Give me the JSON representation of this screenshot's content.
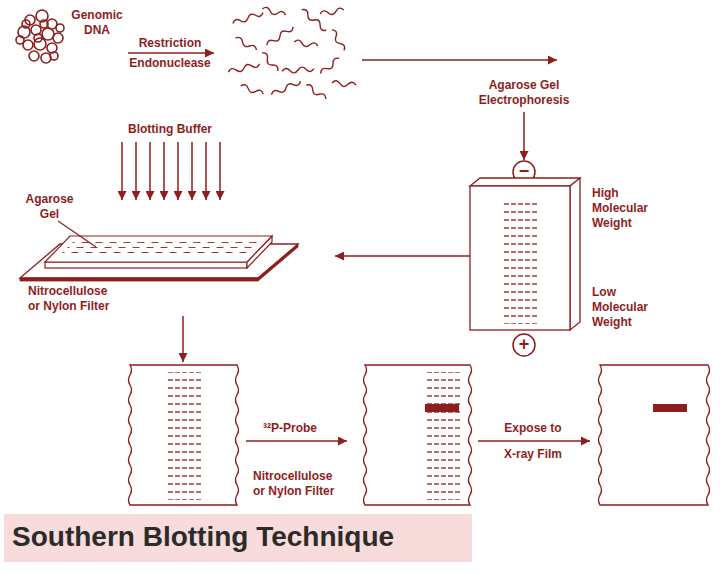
{
  "diagram": {
    "title": "Southern Blotting Technique",
    "nodes": [
      {
        "text": [
          "−"
        ]
      },
      {
        "text": [
          "High Molecular Weight",
          "Low Molecular Weight"
        ]
      },
      {
        "text": [
          "Agarose Gel",
          "Nitrocellulose or Nylon Filter"
        ]
      },
      {
        "text": [
          "+"
        ]
      },
      {
        "text": [
          "Nitrocellulose or Nylon Filter"
        ]
      }
    ],
    "edges": [
      {
        "from": 1,
        "to": 2,
        "arrow": "to"
      },
      {
        "from": 2,
        "to": 4,
        "arrow": "to"
      }
    ],
    "labels": [
      "Genomic DNA",
      "Restriction Endonuclease",
      "Agarose Gel Electrophoresis",
      "Blotting Buffer",
      "³²P-Probe",
      "Expose to X-ray Film"
    ]
  }
}
